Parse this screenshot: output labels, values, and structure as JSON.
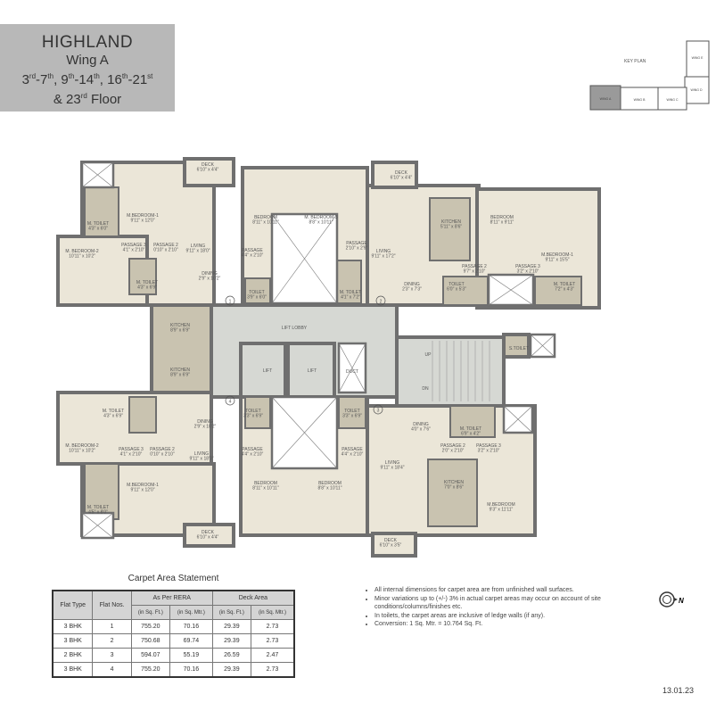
{
  "header": {
    "project": "HIGHLAND",
    "wing": "Wing A",
    "floors_line1": [
      "3",
      "rd",
      "-7",
      "th",
      ", 9",
      "th",
      "-14",
      "th",
      ", 16",
      "th",
      "-21",
      "st"
    ],
    "floors_line2": [
      "& 23",
      "rd",
      " Floor"
    ]
  },
  "key_plan": {
    "label": "KEY PLAN",
    "wings": [
      "WING A",
      "WING B",
      "WING C",
      "WING D",
      "WING E"
    ],
    "highlighted": "WING A"
  },
  "plan": {
    "colors": {
      "wall": "#6f6f6f",
      "room": "#ebe6d8",
      "wet": "#c9c3b0",
      "lobby": "#d6d8d3",
      "void": "#ffffff"
    },
    "unit_numbers": [
      "1",
      "2",
      "3",
      "4"
    ],
    "lobby": "LIFT LOBBY",
    "lift": "LIFT",
    "duct": "DUCT",
    "stair_up": "UP",
    "stair_dn": "DN",
    "s_toilet": "S.TOILET",
    "rooms": [
      {
        "name": "M.BEDROOM-1",
        "dim": "9'11\" x 12'0\""
      },
      {
        "name": "M. TOILET",
        "dim": "4'3\" x 6'0\""
      },
      {
        "name": "M. BEDROOM-2",
        "dim": "10'11\" x 10'2\""
      },
      {
        "name": "PASSAGE 3",
        "dim": "4'1\" x 2'10\""
      },
      {
        "name": "PASSAGE 2",
        "dim": "0'10\" x 2'10\""
      },
      {
        "name": "LIVING",
        "dim": "9'11\" x 18'0\""
      },
      {
        "name": "DINING",
        "dim": "2'9\" x 10'2\""
      },
      {
        "name": "M. TOILET",
        "dim": "4'3\" x 6'9\""
      },
      {
        "name": "DECK",
        "dim": "6'10\" x 4'4\""
      },
      {
        "name": "KITCHEN",
        "dim": "8'9\" x 6'9\""
      },
      {
        "name": "BEDROOM",
        "dim": "8'11\" x 10'11\""
      },
      {
        "name": "PASSAGE",
        "dim": "4'4\" x 2'10\""
      },
      {
        "name": "TOILET",
        "dim": "3'9\" x 6'0\""
      },
      {
        "name": "M. BEDROOM-3",
        "dim": "8'8\" x 10'11\""
      },
      {
        "name": "PASSAGE",
        "dim": "2'10\" x 2'9\""
      },
      {
        "name": "M. TOILET",
        "dim": "4'1\" x 7'2\""
      },
      {
        "name": "DECK",
        "dim": "6'10\" x 4'4\""
      },
      {
        "name": "LIVING",
        "dim": "9'11\" x 17'2\""
      },
      {
        "name": "KITCHEN",
        "dim": "5'11\" x 8'6\""
      },
      {
        "name": "BEDROOM",
        "dim": "8'11\" x 9'11\""
      },
      {
        "name": "M.BEDROOM-1",
        "dim": "9'11\" x 15'5\""
      },
      {
        "name": "PASSAGE 2",
        "dim": "9'7\" x 2'10\""
      },
      {
        "name": "PASSAGE 3",
        "dim": "3'2\" x 2'10\""
      },
      {
        "name": "DINING",
        "dim": "2'3\" x 7'3\""
      },
      {
        "name": "TOILET",
        "dim": "6'0\" x 5'3\""
      },
      {
        "name": "M. TOILET",
        "dim": "7'2\" x 4'3\""
      },
      {
        "name": "KITCHEN",
        "dim": "8'9\" x 6'9\""
      },
      {
        "name": "TOILET",
        "dim": "3'3\" x 6'9\""
      },
      {
        "name": "TOILET",
        "dim": "3'3\" x 6'9\""
      },
      {
        "name": "M. TOILET",
        "dim": "4'3\" x 6'9\""
      },
      {
        "name": "DINING",
        "dim": "2'9\" x 10'2\""
      },
      {
        "name": "M. BEDROOM-2",
        "dim": "10'11\" x 10'2\""
      },
      {
        "name": "PASSAGE 3",
        "dim": "4'1\" x 2'10\""
      },
      {
        "name": "PASSAGE 2",
        "dim": "0'10\" x 2'10\""
      },
      {
        "name": "LIVING",
        "dim": "9'11\" x 18'0\""
      },
      {
        "name": "M.BEDROOM-1",
        "dim": "9'11\" x 12'0\""
      },
      {
        "name": "M. TOILET",
        "dim": "4'5\" x 8'0\""
      },
      {
        "name": "DECK",
        "dim": "6'10\" x 4'4\""
      },
      {
        "name": "PASSAGE",
        "dim": "4'4\" x 2'10\""
      },
      {
        "name": "BEDROOM",
        "dim": "8'11\" x 10'11\""
      },
      {
        "name": "BEDROOM",
        "dim": "8'8\" x 10'11\""
      },
      {
        "name": "PASSAGE",
        "dim": "4'4\" x 2'10\""
      },
      {
        "name": "DINING",
        "dim": "4'0\" x 7'6\""
      },
      {
        "name": "M. TOILET",
        "dim": "6'9\" x 4'2\""
      },
      {
        "name": "PASSAGE 2",
        "dim": "2'0\" x 2'10\""
      },
      {
        "name": "PASSAGE 3",
        "dim": "3'2\" x 2'10\""
      },
      {
        "name": "LIVING",
        "dim": "9'11\" x 18'4\""
      },
      {
        "name": "KITCHEN",
        "dim": "7'0\" x 8'6\""
      },
      {
        "name": "M.BEDROOM",
        "dim": "9'3\" x 11'11\""
      },
      {
        "name": "DECK",
        "dim": "6'10\" x 3'5\""
      }
    ]
  },
  "carpet_table": {
    "title": "Carpet Area Statement",
    "headers": {
      "flat_type": "Flat Type",
      "flat_nos": "Flat Nos.",
      "rera": "As Per RERA",
      "deck": "Deck Area",
      "sqft": "(in Sq. Ft.)",
      "sqm": "(in Sq. Mtr.)"
    },
    "rows": [
      [
        "3 BHK",
        "1",
        "755.20",
        "70.16",
        "29.39",
        "2.73"
      ],
      [
        "3 BHK",
        "2",
        "750.68",
        "69.74",
        "29.39",
        "2.73"
      ],
      [
        "2 BHK",
        "3",
        "594.07",
        "55.19",
        "26.59",
        "2.47"
      ],
      [
        "3 BHK",
        "4",
        "755.20",
        "70.16",
        "29.39",
        "2.73"
      ]
    ]
  },
  "notes": [
    "All internal dimensions for carpet area are from unfinished wall surfaces.",
    "Minor variations up to (+/-) 3% in actual carpet areas may occur on account of site conditions/columns/finishes etc.",
    "In toilets, the carpet areas are inclusive of ledge walls (if any).",
    "Conversion: 1 Sq. Mtr. = 10.764 Sq. Ft."
  ],
  "north_label": "N",
  "date": "13.01.23"
}
